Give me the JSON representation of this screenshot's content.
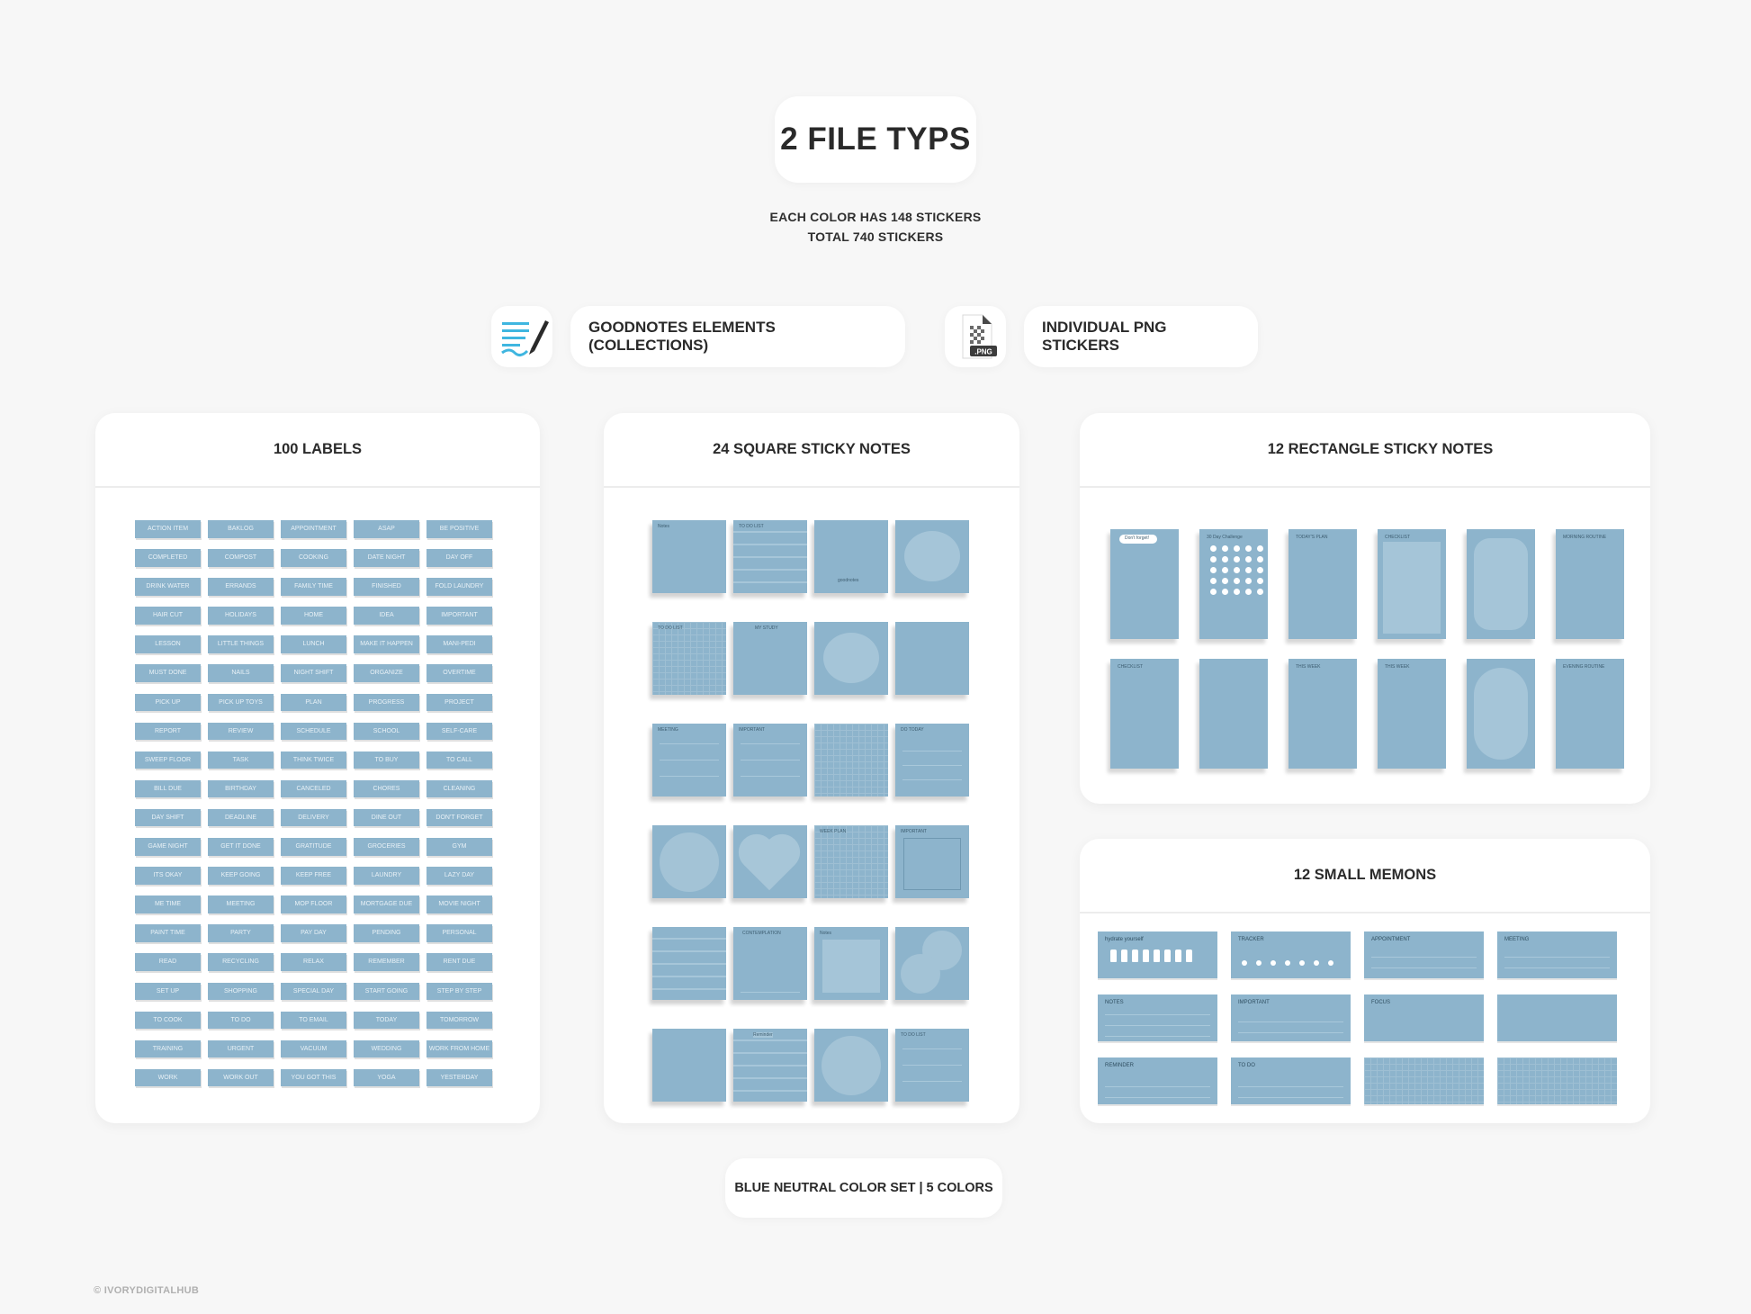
{
  "header": {
    "title": "2 FILE TYPS",
    "line1": "EACH COLOR HAS 148 STICKERS",
    "line2": "TOTAL 740 STICKERS"
  },
  "file_types": [
    {
      "label": "GOODNOTES ELEMENTS (COLLECTIONS)",
      "icon": "goodnotes-icon"
    },
    {
      "label": "INDIVIDUAL PNG STICKERS",
      "icon": "png-file-icon",
      "badge": ".PNG"
    }
  ],
  "cards": {
    "labels": {
      "title": "100 LABELS"
    },
    "square": {
      "title": "24 SQUARE STICKY NOTES"
    },
    "rectangle": {
      "title": "12 RECTANGLE STICKY NOTES"
    },
    "memos": {
      "title": "12 SMALL MEMONS"
    }
  },
  "labels": [
    "ACTION ITEM",
    "BAKLOG",
    "APPOINTMENT",
    "ASAP",
    "BE POSITIVE",
    "COMPLETED",
    "COMPOST",
    "COOKING",
    "DATE NIGHT",
    "DAY OFF",
    "DRINK WATER",
    "ERRANDS",
    "FAMILY TIME",
    "FINISHED",
    "FOLD LAUNDRY",
    "HAIR CUT",
    "HOLIDAYS",
    "HOME",
    "IDEA",
    "IMPORTANT",
    "LESSON",
    "LITTLE THINGS",
    "LUNCH",
    "MAKE IT HAPPEN",
    "MANI-PEDI",
    "MUST DONE",
    "NAILS",
    "NIGHT SHIFT",
    "ORGANIZE",
    "OVERTIME",
    "PICK UP",
    "PICK UP TOYS",
    "PLAN",
    "PROGRESS",
    "PROJECT",
    "REPORT",
    "REVIEW",
    "SCHEDULE",
    "SCHOOL",
    "SELF-CARE",
    "SWEEP FLOOR",
    "TASK",
    "THINK TWICE",
    "TO BUY",
    "TO CALL",
    "BILL DUE",
    "BIRTHDAY",
    "CANCELED",
    "CHORES",
    "CLEANING",
    "DAY SHIFT",
    "DEADLINE",
    "DELIVERY",
    "DINE OUT",
    "DON'T FORGET",
    "GAME NIGHT",
    "GET IT DONE",
    "GRATITUDE",
    "GROCERIES",
    "GYM",
    "ITS OKAY",
    "KEEP GOING",
    "KEEP FREE",
    "LAUNDRY",
    "LAZY DAY",
    "ME TIME",
    "MEETING",
    "MOP FLOOR",
    "MORTGAGE DUE",
    "MOVIE NIGHT",
    "PAINT TIME",
    "PARTY",
    "PAY DAY",
    "PENDING",
    "PERSONAL",
    "READ",
    "RECYCLING",
    "RELAX",
    "REMEMBER",
    "RENT DUE",
    "SET UP",
    "SHOPPING",
    "SPECIAL DAY",
    "START GOING",
    "STEP BY STEP",
    "TO COOK",
    "TO DO",
    "TO EMAIL",
    "TODAY",
    "TOMORROW",
    "TRAINING",
    "URGENT",
    "VACUUM",
    "WEDDING",
    "WORK FROM HOME",
    "WORK",
    "WORK OUT",
    "YOU GOT THIS",
    "YOGA",
    "YESTERDAY"
  ],
  "sticker_text": {
    "sq_1": "Notes",
    "sq_2": "TO DO LIST",
    "sq_3": "goodnotes",
    "sq_5": "TO DO LIST",
    "sq_6": "MY STUDY",
    "sq_9": "MEETING",
    "sq_10": "IMPORTANT",
    "sq_12": "DO TODAY",
    "sq_15": "WEEK PLAN",
    "sq_16": "IMPORTANT",
    "sq_18": "CONTEMPLATION",
    "sq_19": "Notes",
    "sq_22": "Reminder",
    "sq_24": "TO DO LIST",
    "rc_1": "Don't forget!",
    "rc_2": "30 Day Challenge",
    "rc_3": "TODAY'S PLAN",
    "rc_4": "CHECKLIST",
    "rc_6": "MORNING ROUTINE",
    "rc_7": "CHECKLIST",
    "rc_9": "THIS WEEK",
    "rc_10": "THIS WEEK",
    "rc_12": "EVENING ROUTINE",
    "mm_1": "hydrate yourself",
    "mm_2": "TRACKER",
    "mm_3": "APPOINTMENT",
    "mm_4": "MEETING",
    "mm_5": "NOTES",
    "mm_6": "IMPORTANT",
    "mm_7": "FOCUS",
    "mm_9": "REMINDER",
    "mm_10": "TO DO"
  },
  "footer": {
    "color_set": "BLUE NEUTRAL COLOR SET | 5 COLORS",
    "copyright": "© IVORYDIGITALHUB"
  },
  "colors": {
    "sticker_blue": "#8db4cc",
    "sticker_light": "#a5c5d8",
    "background": "#f7f7f7"
  }
}
